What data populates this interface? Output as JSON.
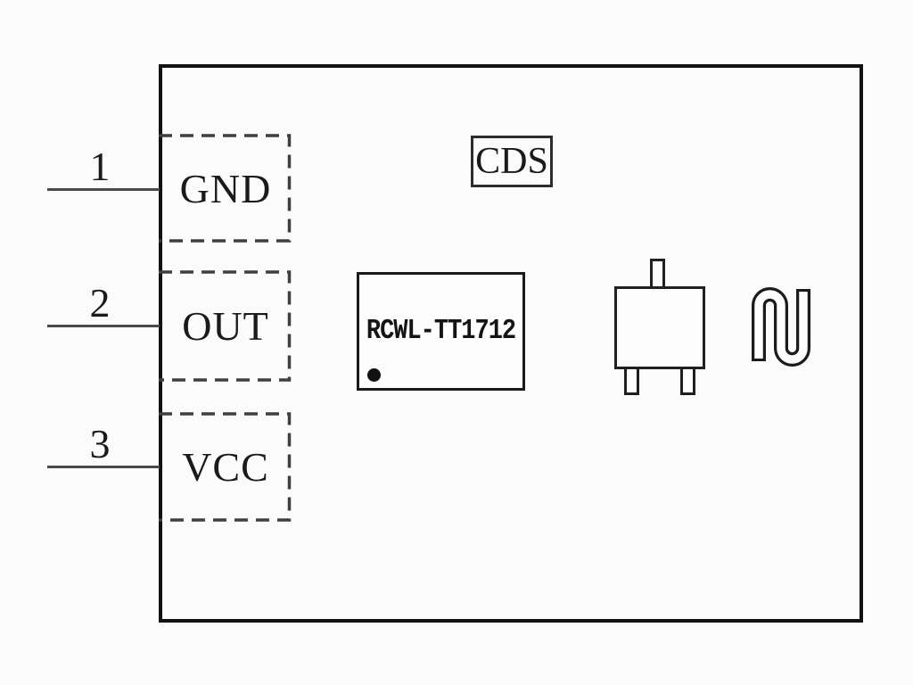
{
  "pins": [
    {
      "number": "1",
      "label": "GND"
    },
    {
      "number": "2",
      "label": "OUT"
    },
    {
      "number": "3",
      "label": "VCC"
    }
  ],
  "components": {
    "cds_label": "CDS",
    "ic_label": "RCWL-TT1712"
  },
  "icons": {
    "transistor": "sot23-transistor-package-icon",
    "antenna": "serpentine-antenna-icon",
    "ic_pin1_marker": "pin1-dot"
  },
  "colors": {
    "background": "#fbfbfb",
    "outline": "#111111",
    "dashed_line": "#3f3f3f",
    "lead_line": "#4a4a4a",
    "text": "#1a1a1a"
  }
}
